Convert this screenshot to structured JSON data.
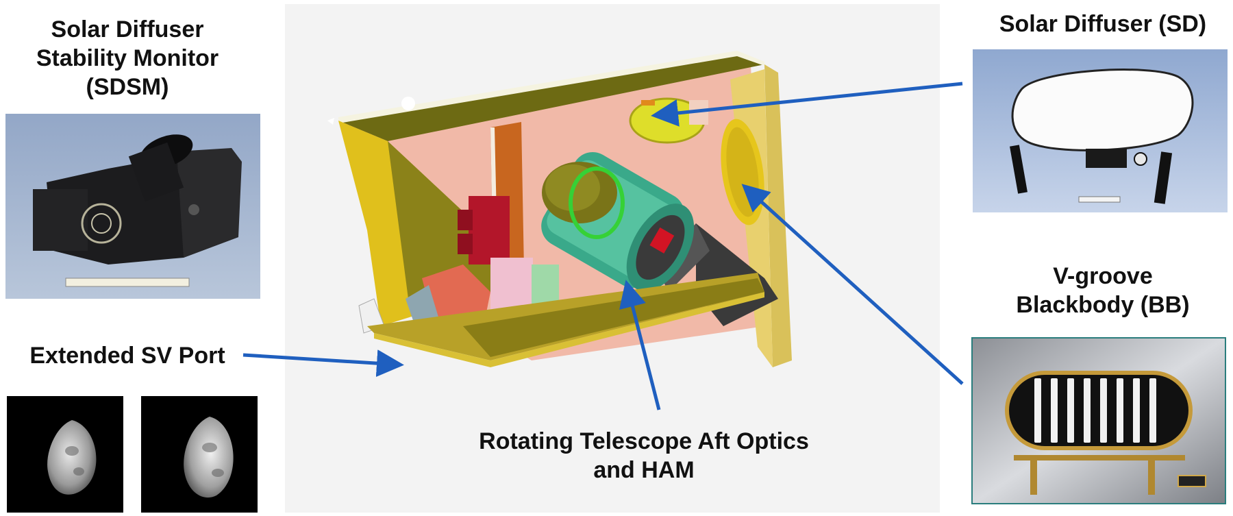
{
  "labels": {
    "sdsm": [
      "Solar Diffuser",
      "Stability Monitor",
      "(SDSM)"
    ],
    "sv_port": "Extended SV Port",
    "sd": "Solar Diffuser (SD)",
    "bb": [
      "V-groove",
      "Blackbody (BB)"
    ],
    "rta": [
      "Rotating Telescope Aft Optics",
      "and HAM"
    ]
  },
  "colors": {
    "arrow": "#1f5fbf",
    "olive": "#6e6a12",
    "yellow": "#e5c61a",
    "salmon": "#f3b8a6",
    "teal": "#3fae8f",
    "red": "#c0182a",
    "bb_frame": "#2a7d7d"
  }
}
